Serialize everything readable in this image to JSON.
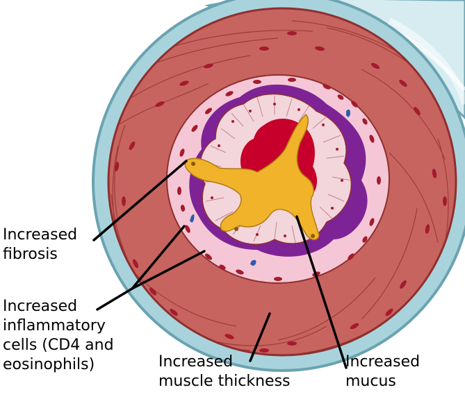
{
  "labels": {
    "fibrosis": "Increased\nfibrosis",
    "inflammatory": "Increased\ninflammatory\ncells (CD4 and\neosinophils)",
    "muscle": "Increased\nmuscle thickness",
    "mucus": "Increased\nmucus"
  },
  "colors": {
    "outer_wall": "#a9d3dc",
    "outer_wall_edge": "#6aa3b1",
    "muscle": "#c8645f",
    "muscle_dark": "#8f2f2f",
    "submucosa": "#f5c7d6",
    "basement": "#7d2396",
    "epithelium": "#f3d6dc",
    "lumen": "#c6002a",
    "mucus": "#f0b32a",
    "nuclei": "#a31b2d",
    "lymphocyte": "#2a5bb0",
    "leader": "#000000"
  }
}
